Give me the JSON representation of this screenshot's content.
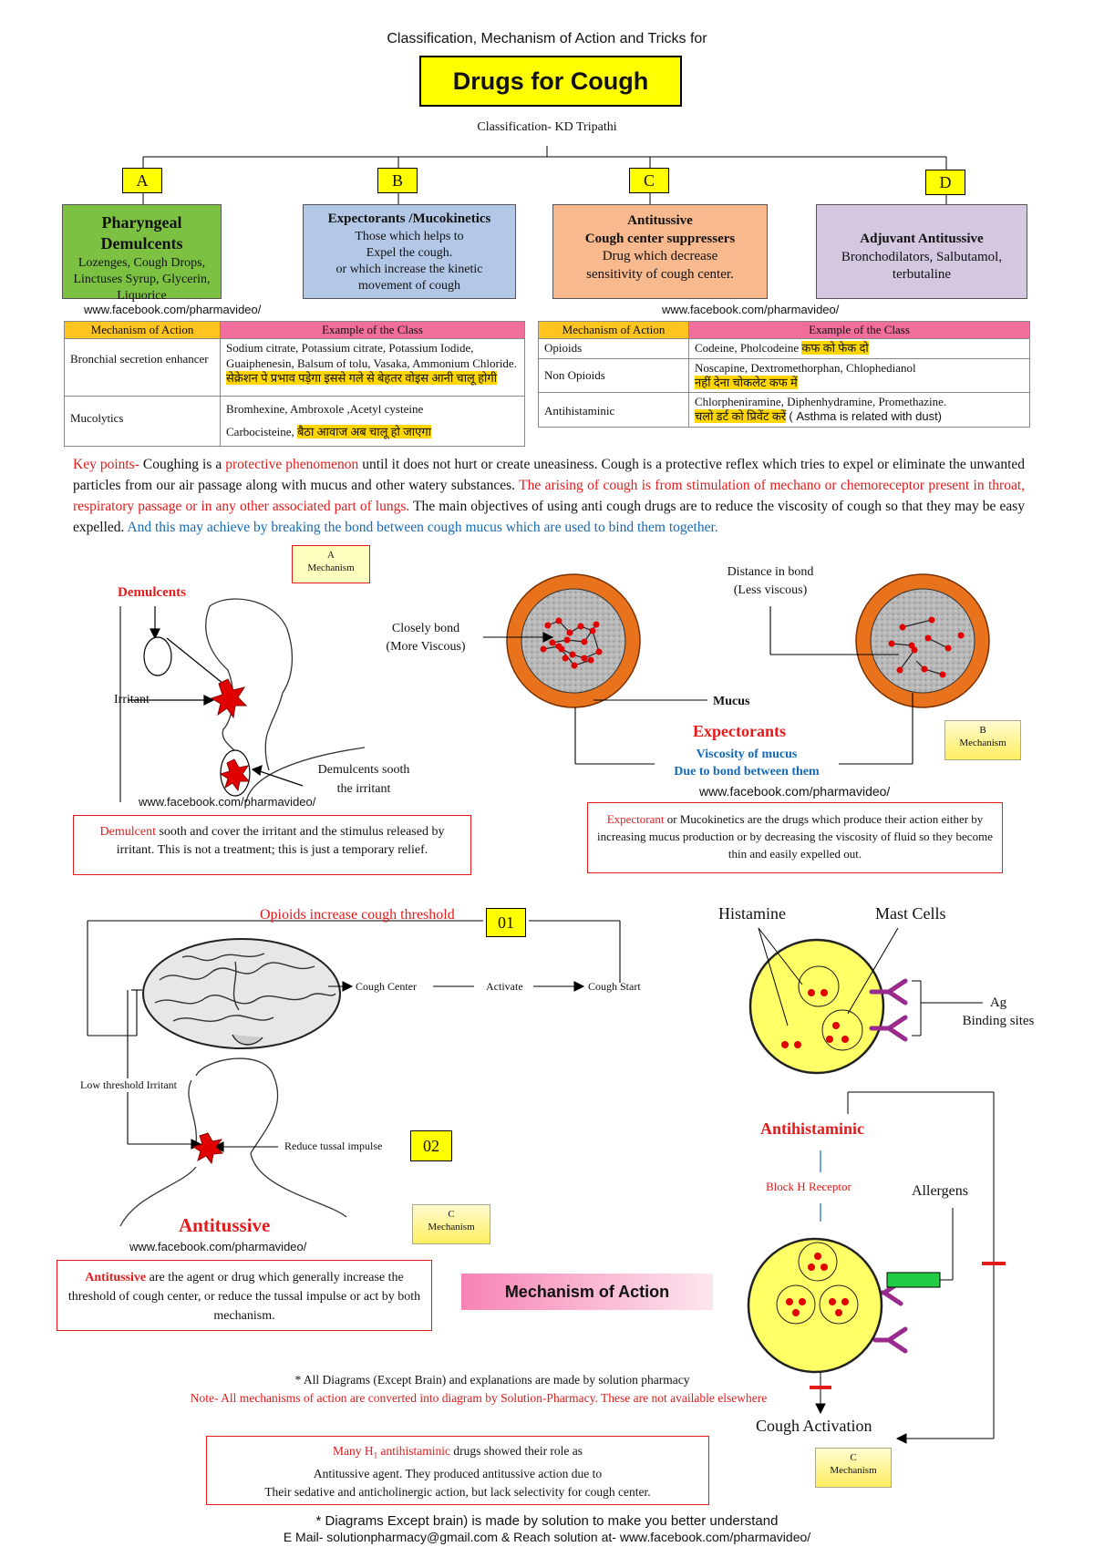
{
  "header": {
    "subtitle": "Classification, Mechanism of Action and Tricks for",
    "title": "Drugs for Cough",
    "classification": "Classification- KD Tripathi"
  },
  "classes": [
    {
      "letter": "A",
      "title": "Pharyngeal Demulcents",
      "lines": [
        "Lozenges, Cough Drops,",
        "Linctuses Syrup, Glycerin,",
        "Liquorice"
      ],
      "color": "#7dc142"
    },
    {
      "letter": "B",
      "title": "Expectorants /Mucokinetics",
      "lines": [
        "Those which helps to",
        "Expel the cough.",
        "or which increase the kinetic",
        "movement of cough"
      ],
      "color": "#b3c7e6"
    },
    {
      "letter": "C",
      "title": "Antitussive",
      "title2": "Cough center suppressers",
      "lines": [
        "Drug which decrease",
        "sensitivity of cough center."
      ],
      "color": "#f7b98d"
    },
    {
      "letter": "D",
      "title": "Adjuvant Antitussive",
      "lines": [
        "Bronchodilators, Salbutamol,",
        "terbutaline"
      ],
      "color": "#d3c8e0"
    }
  ],
  "watermark": "www.facebook.com/pharmavideo/",
  "table_left": {
    "headers": [
      "Mechanism of Action",
      "Example of the Class"
    ],
    "rows": [
      {
        "mechanism": "Bronchial secretion enhancer",
        "example": "Sodium citrate, Potassium citrate, Potassium Iodide, Guaiphenesin, Balsum of tolu, Vasaka, Ammonium Chloride.",
        "trick": "सेक्रेशन पे प्रभाव पड़ेगा इससे गले से बेहतर वोइस आनी चालू होगी"
      },
      {
        "mechanism": "Mucolytics",
        "example": "Bromhexine,   Ambroxole ,Acetyl cysteine",
        "example2": "Carbocisteine,",
        "trick": "बैठा आवाज अब चालू हो जाएगा"
      }
    ]
  },
  "table_right": {
    "headers": [
      "Mechanism of Action",
      "Example of the Class"
    ],
    "rows": [
      {
        "mechanism": "Opioids",
        "example": "Codeine, Pholcodeine",
        "trick": "कफ को फेक दो"
      },
      {
        "mechanism": "Non Opioids",
        "example": "Noscapine, Dextromethorphan, Chlophedianol",
        "trick": "नहीं  देना चोकलेट कफ में"
      },
      {
        "mechanism": "Antihistaminic",
        "example": "Chlorpheniramine, Diphenhydramine, Promethazine.",
        "trick": "चलो डर्ट को प्रिवेंट करें",
        "note": "( Asthma is related with dust)"
      }
    ]
  },
  "key_points": {
    "label": "Key points-",
    "s1": "Coughing is a",
    "s1r": "protective phenomenon",
    "s2": "until it does not hurt or create uneasiness. Cough is a protective reflex which tries to expel or eliminate the unwanted particles from our air passage along with mucus and other watery substances.",
    "s3r": "The arising of cough is from stimulation of mechano or chemoreceptor present in throat, respiratory passage or in any other associated part of lungs.",
    "s4": "The main objectives of using anti cough drugs are to reduce the viscosity of cough so that they may be easy expelled.",
    "s5b": "And this may achieve by breaking the bond between cough mucus which are used to bind them together."
  },
  "mech_a": {
    "tag": [
      "A",
      "Mechanism"
    ],
    "demulcents": "Demulcents",
    "irritant": "Irritant",
    "sooth": [
      "Demulcents sooth",
      "the irritant"
    ],
    "box_red": "Demulcent",
    "box_text": "sooth and cover the irritant and the stimulus released by irritant. This is not a treatment; this is just a temporary relief."
  },
  "mech_b": {
    "tag": [
      "B",
      "Mechanism"
    ],
    "closely": [
      "Closely bond",
      "(More Viscous)"
    ],
    "distance": [
      "Distance in bond",
      "(Less viscous)"
    ],
    "mucus": "Mucus",
    "title": "Expectorants",
    "viscosity": [
      "Viscosity of mucus",
      "Due to bond between them"
    ],
    "box_red": "Expectorant",
    "box_text": "or Mucokinetics are the drugs which produce their action either by increasing mucus production or by decreasing the viscosity of fluid so they become thin and easily expelled out."
  },
  "mech_c": {
    "opioids": "Opioids increase cough threshold",
    "n01": "01",
    "n02": "02",
    "cough_center": "Cough Center",
    "activate": "Activate",
    "cough_start": "Cough Start",
    "low_threshold": "Low threshold Irritant",
    "reduce": "Reduce tussal impulse",
    "title": "Antitussive",
    "tag": [
      "C",
      "Mechanism"
    ],
    "box_red": "Antitussive",
    "box_text": "are the agent or drug which generally increase the threshold of cough center, or reduce the tussal impulse or act by both mechanism."
  },
  "mechanism_banner": "Mechanism of Action",
  "histamine": {
    "histamine": "Histamine",
    "mast": "Mast Cells",
    "ag": [
      "Ag",
      "Binding sites"
    ],
    "antihistaminic": "Antihistaminic",
    "block": "Block H Receptor",
    "allergens": "Allergens",
    "cough_activation": "Cough Activation",
    "tag": [
      "C",
      "Mechanism"
    ]
  },
  "notes": {
    "diagrams": "* All Diagrams (Except Brain) and explanations are made by solution pharmacy",
    "note": "Note- All mechanisms of action are converted into diagram by Solution-Pharmacy. These are not available elsewhere"
  },
  "h1_box": {
    "red": "Many H",
    "sub": "1",
    "red2": "antihistaminic",
    "text1": "drugs showed their role as",
    "text2": "Antitussive agent. They produced antitussive action due to",
    "text3": "Their sedative and anticholinergic action, but lack selectivity for cough center."
  },
  "footer": {
    "line1": "* Diagrams Except brain) is made by solution to make you better understand",
    "line2": "E Mail- solutionpharmacy@gmail.com & Reach solution at- www.facebook.com/pharmavideo/"
  },
  "colors": {
    "title_bg": "#ffff00",
    "red": "#e41b1b",
    "blue": "#1569b8",
    "orange": "#e8731c",
    "yellow_cell": "#ffff80"
  }
}
